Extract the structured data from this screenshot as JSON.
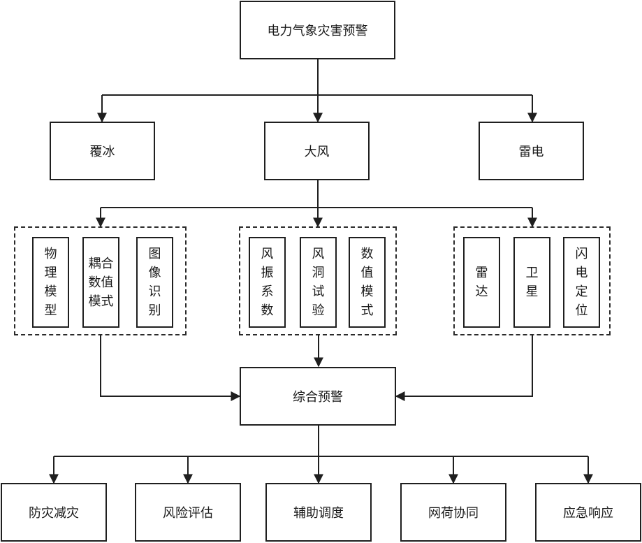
{
  "root": {
    "label": "电力气象灾害预警"
  },
  "hazards": [
    {
      "label": "覆冰"
    },
    {
      "label": "大风"
    },
    {
      "label": "雷电"
    }
  ],
  "method_groups": [
    {
      "hazard": "覆冰",
      "items": [
        {
          "label": "物理模型"
        },
        {
          "label": "耦合数值模式"
        },
        {
          "label": "图像识别"
        }
      ]
    },
    {
      "hazard": "大风",
      "items": [
        {
          "label": "风振系数"
        },
        {
          "label": "风洞试验"
        },
        {
          "label": "数值模式"
        }
      ]
    },
    {
      "hazard": "雷电",
      "items": [
        {
          "label": "雷达"
        },
        {
          "label": "卫星"
        },
        {
          "label": "闪电定位"
        }
      ]
    }
  ],
  "integrated": {
    "label": "综合预警"
  },
  "applications": [
    {
      "label": "防灾减灾"
    },
    {
      "label": "风险评估"
    },
    {
      "label": "辅助调度"
    },
    {
      "label": "网荷协同"
    },
    {
      "label": "应急响应"
    }
  ],
  "colors": {
    "stroke": "#1f1f1f",
    "background": "#ffffff"
  }
}
